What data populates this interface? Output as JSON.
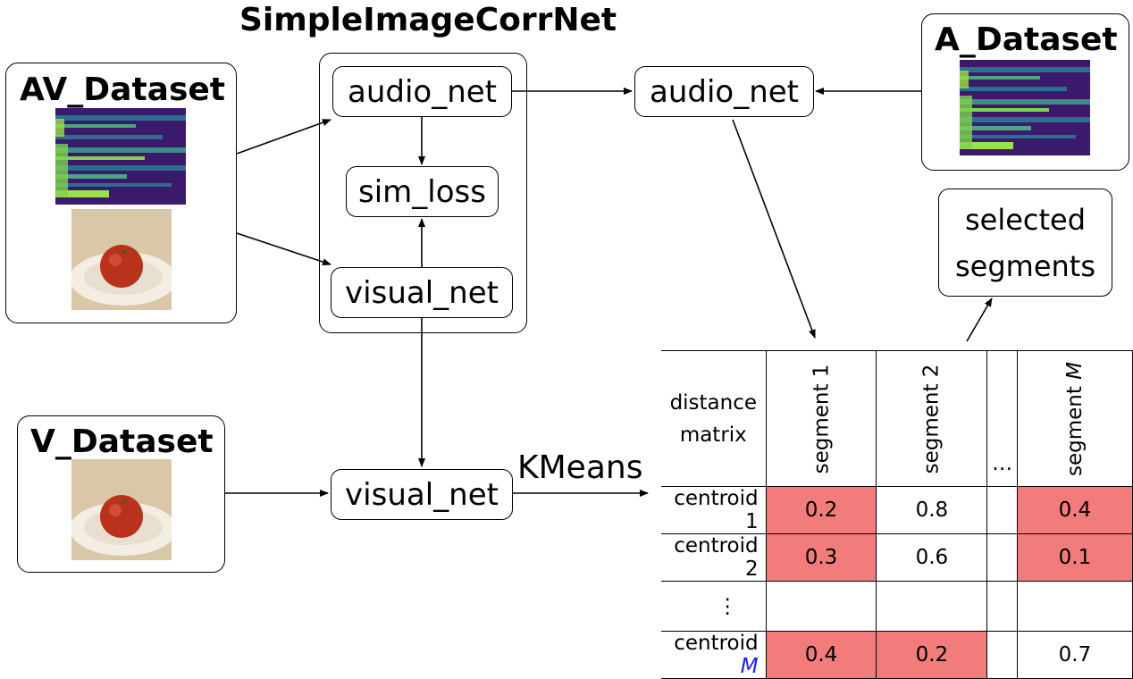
{
  "titles": {
    "model": "SimpleImageCorrNet",
    "av_dataset": "AV_Dataset",
    "a_dataset": "A_Dataset",
    "v_dataset": "V_Dataset"
  },
  "nodes": {
    "audio_net_inner": "audio_net",
    "sim_loss": "sim_loss",
    "visual_net_inner": "visual_net",
    "audio_net_outer": "audio_net",
    "visual_net_outer": "visual_net",
    "selected_segments_line1": "selected",
    "selected_segments_line2": "segments"
  },
  "edge_labels": {
    "kmeans": "KMeans"
  },
  "distance_matrix": {
    "label_line1": "distance",
    "label_line2": "matrix",
    "columns": [
      "segment 1",
      "segment 2",
      "…",
      "segment "
    ],
    "column_last_italic": "M",
    "rows": [
      {
        "label": "centroid 1",
        "label_italic": "",
        "values": [
          "0.2",
          "0.8",
          "",
          "0.4"
        ],
        "highlight": [
          true,
          false,
          false,
          true
        ]
      },
      {
        "label": "centroid 2",
        "label_italic": "",
        "values": [
          "0.3",
          "0.6",
          "",
          "0.1"
        ],
        "highlight": [
          true,
          false,
          false,
          true
        ]
      },
      {
        "label": "⋮",
        "label_italic": "",
        "values": [
          "",
          "",
          "",
          ""
        ],
        "highlight": [
          false,
          false,
          false,
          false
        ]
      },
      {
        "label": "centroid ",
        "label_italic": "M",
        "values": [
          "0.4",
          "0.2",
          "",
          "0.7"
        ],
        "highlight": [
          true,
          true,
          false,
          false
        ]
      }
    ]
  },
  "colors": {
    "highlight": "#f27c7c",
    "italic_m": "#1a1aff",
    "spectrogram_bg": "#3b1a6b",
    "spectrogram_band": "#7fd34e"
  },
  "icons": {
    "spectrogram": "spectrogram-image",
    "tomato": "tomato-on-plate-image"
  }
}
